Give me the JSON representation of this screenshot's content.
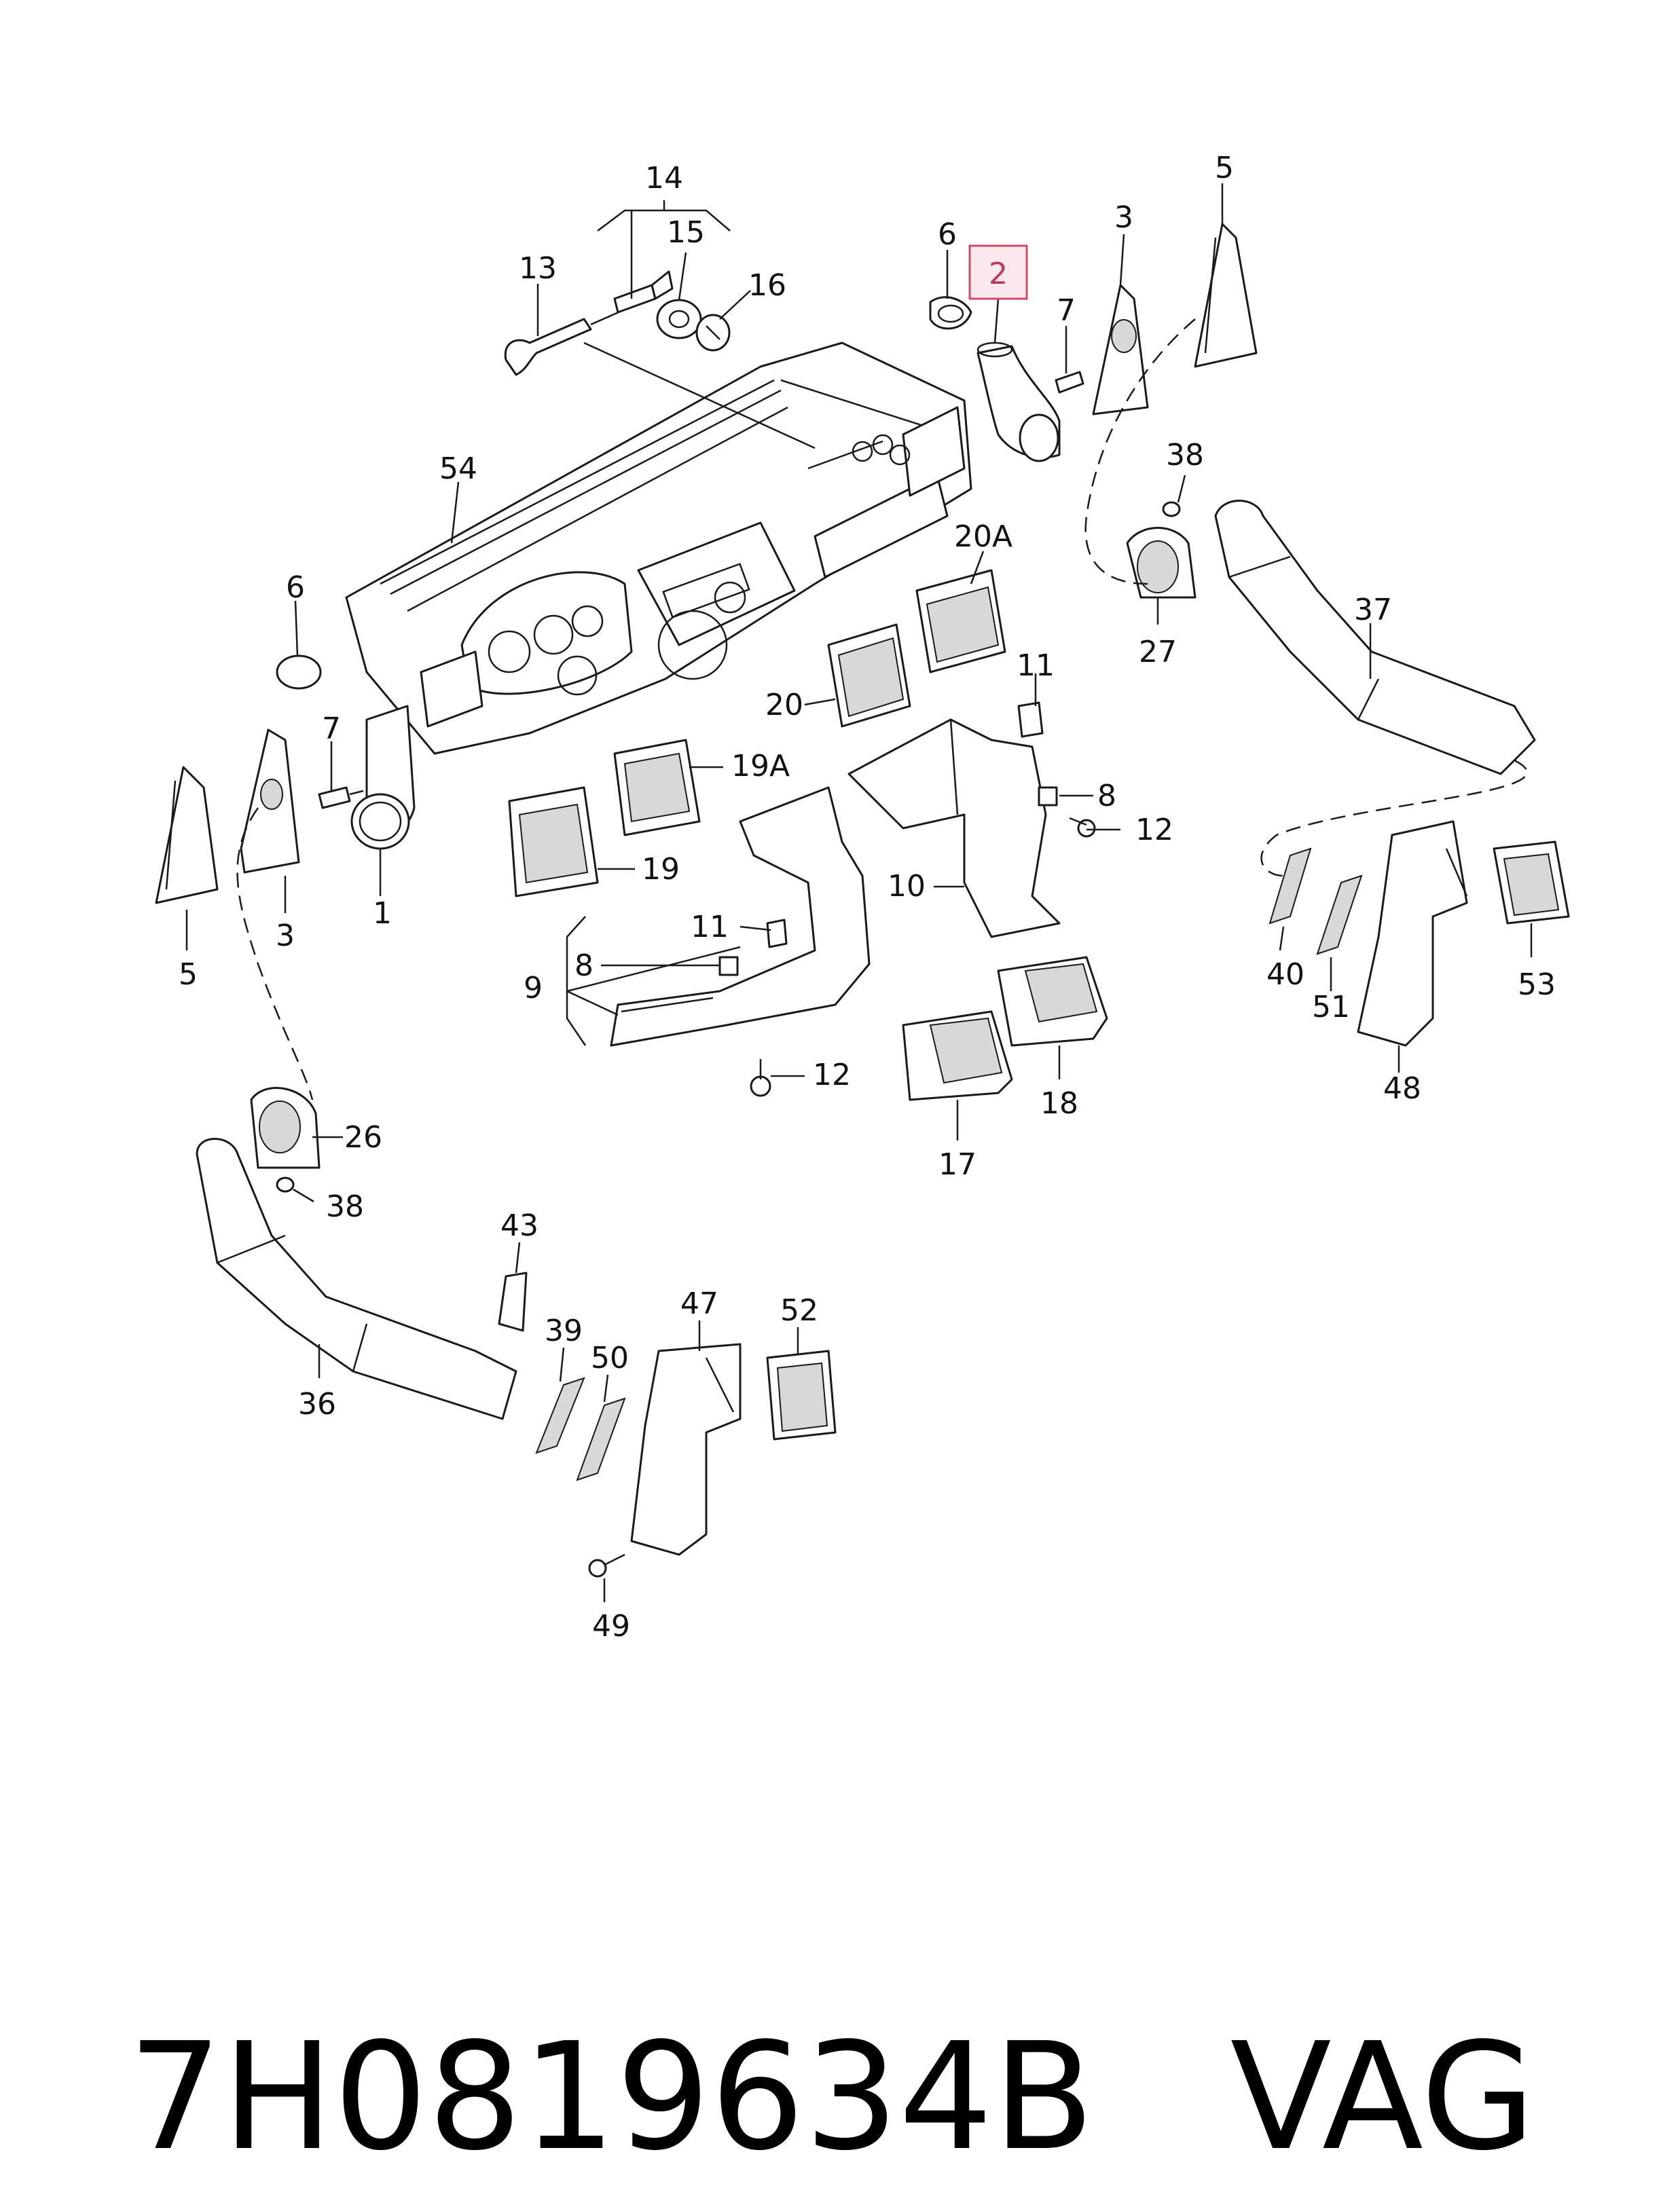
{
  "highlighted_label": "2",
  "callouts": [
    {
      "id": "c14",
      "text": "14"
    },
    {
      "id": "c15",
      "text": "15"
    },
    {
      "id": "c16",
      "text": "16"
    },
    {
      "id": "c13",
      "text": "13"
    },
    {
      "id": "c6a",
      "text": "6"
    },
    {
      "id": "c2",
      "text": "2"
    },
    {
      "id": "c7a",
      "text": "7"
    },
    {
      "id": "c3a",
      "text": "3"
    },
    {
      "id": "c5a",
      "text": "5"
    },
    {
      "id": "c54",
      "text": "54"
    },
    {
      "id": "c38a",
      "text": "38"
    },
    {
      "id": "c20A",
      "text": "20A"
    },
    {
      "id": "c27",
      "text": "27"
    },
    {
      "id": "c37",
      "text": "37"
    },
    {
      "id": "c6b",
      "text": "6"
    },
    {
      "id": "c11a",
      "text": "11"
    },
    {
      "id": "c20",
      "text": "20"
    },
    {
      "id": "c7b",
      "text": "7"
    },
    {
      "id": "c19A",
      "text": "19A"
    },
    {
      "id": "c8a",
      "text": "8"
    },
    {
      "id": "c12a",
      "text": "12"
    },
    {
      "id": "c19",
      "text": "19"
    },
    {
      "id": "c10",
      "text": "10"
    },
    {
      "id": "c5b",
      "text": "5"
    },
    {
      "id": "c3b",
      "text": "3"
    },
    {
      "id": "c1",
      "text": "1"
    },
    {
      "id": "c11b",
      "text": "11"
    },
    {
      "id": "c8b",
      "text": "8"
    },
    {
      "id": "c9",
      "text": "9"
    },
    {
      "id": "c40",
      "text": "40"
    },
    {
      "id": "c51",
      "text": "51"
    },
    {
      "id": "c53",
      "text": "53"
    },
    {
      "id": "c12b",
      "text": "12"
    },
    {
      "id": "c18",
      "text": "18"
    },
    {
      "id": "c48",
      "text": "48"
    },
    {
      "id": "c26",
      "text": "26"
    },
    {
      "id": "c17",
      "text": "17"
    },
    {
      "id": "c38b",
      "text": "38"
    },
    {
      "id": "c43",
      "text": "43"
    },
    {
      "id": "c47",
      "text": "47"
    },
    {
      "id": "c52",
      "text": "52"
    },
    {
      "id": "c39",
      "text": "39"
    },
    {
      "id": "c50",
      "text": "50"
    },
    {
      "id": "c36",
      "text": "36"
    },
    {
      "id": "c49",
      "text": "49"
    }
  ],
  "footer": {
    "part_number": "7H0819634B",
    "brand": "VAG"
  }
}
